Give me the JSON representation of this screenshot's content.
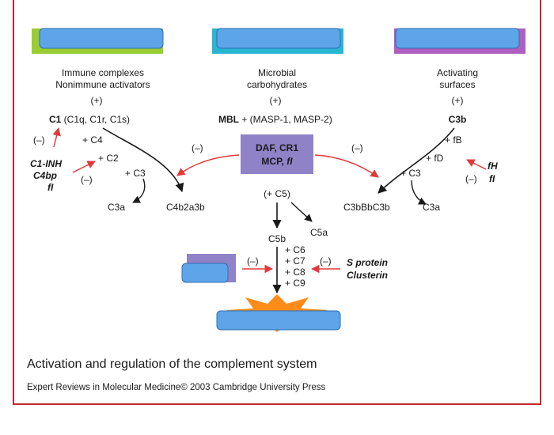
{
  "pathways": {
    "classical": {
      "activator_line1": "Immune complexes",
      "activator_line2": "Nonimmune activators",
      "plus": "(+)",
      "initiator_bold": "C1",
      "initiator_rest": " (C1q, C1r, C1s)",
      "steps": [
        "+ C4",
        "+ C2",
        "+ C3"
      ],
      "products": [
        "C3a",
        "C4b2a3b"
      ],
      "regulators": [
        "C1-INH",
        "C4bp",
        "fI"
      ],
      "inhibit_marks": [
        "(–)",
        "(–)"
      ]
    },
    "lectin": {
      "activator_line1": "Microbial",
      "activator_line2": "carbohydrates",
      "plus": "(+)",
      "initiator_bold": "MBL",
      "initiator_rest": " + (MASP-1, MASP-2)"
    },
    "alternative": {
      "activator_line1": "Activating",
      "activator_line2": "surfaces",
      "plus": "(+)",
      "initiator_bold": "C3b",
      "steps": [
        "+ fB",
        "+ fD",
        "+ C3"
      ],
      "products": [
        "C3bBbC3b",
        "C3a"
      ],
      "regulators": [
        "fH",
        "fI"
      ],
      "inhibit_mark": "(–)"
    }
  },
  "central_regulators": {
    "line1": "DAF, CR1",
    "line2_prefix": "MCP, ",
    "line2_italic": "fI",
    "inhibit_left": "(–)",
    "inhibit_right": "(–)"
  },
  "terminal": {
    "c5_step": "(+ C5)",
    "c5a": "C5a",
    "c5b": "C5b",
    "steps": [
      "+ C6",
      "+ C7",
      "+ C8",
      "+ C9"
    ],
    "regulators": [
      "S protein",
      "Clusterin"
    ],
    "inhibit_left": "(–)",
    "inhibit_right": "(–)"
  },
  "caption": "Activation and regulation of the complement system",
  "source": "Expert Reviews in Molecular Medicine© 2003 Cambridge University Press",
  "colors": {
    "frame": "#c1272d",
    "arrow_red": "#e03a3a",
    "regulator_box": "#8f82c6",
    "button_blue": "#5da4e8",
    "top_green": "#9acd32",
    "top_cyan": "#29b6d3",
    "top_purple": "#b05fc0",
    "burst": "#ff8c1a"
  }
}
